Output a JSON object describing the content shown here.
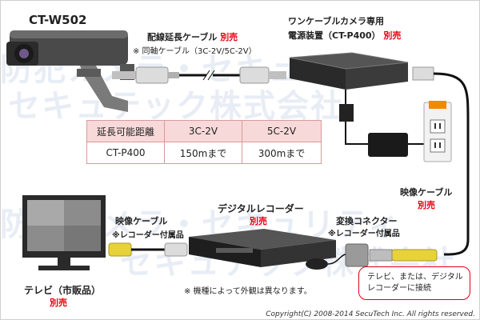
{
  "camera": {
    "model": "CT-W502"
  },
  "extension_cable": {
    "name": "配線延長ケーブル",
    "sold": "別売",
    "note": "※ 同軸ケーブル（3C-2V/5C-2V）"
  },
  "power_unit": {
    "line1": "ワンケーブルカメラ専用",
    "line2": "電源装置（CT-P400）",
    "sold": "別売"
  },
  "table": {
    "headers": [
      "延長可能距離",
      "3C-2V",
      "5C-2V"
    ],
    "rows": [
      [
        "CT-P400",
        "150mまで",
        "300mまで"
      ]
    ]
  },
  "video_cable_right": {
    "name": "映像ケーブル",
    "sold": "別売"
  },
  "recorder": {
    "name": "デジタルレコーダー",
    "sold": "別売"
  },
  "video_cable_left": {
    "name": "映像ケーブル",
    "note": "※レコーダー付属品"
  },
  "connector": {
    "name": "変換コネクター",
    "note": "※レコーダー付属品"
  },
  "tv": {
    "name": "テレビ（市販品）",
    "sold": "別売"
  },
  "note_appearance": "※ 機種によって外観は異なります。",
  "callout": {
    "line1": "テレビ、または、デジタル",
    "line2": "レコーダーに接続"
  },
  "copyright": "Copyright(C) 2008-2014 SecuTech Inc. All rights reserved.",
  "colors": {
    "accent": "#e60012",
    "table_border": "#d99a9a",
    "table_header": "#f8d9d9",
    "watermark": "#e8edf5"
  }
}
